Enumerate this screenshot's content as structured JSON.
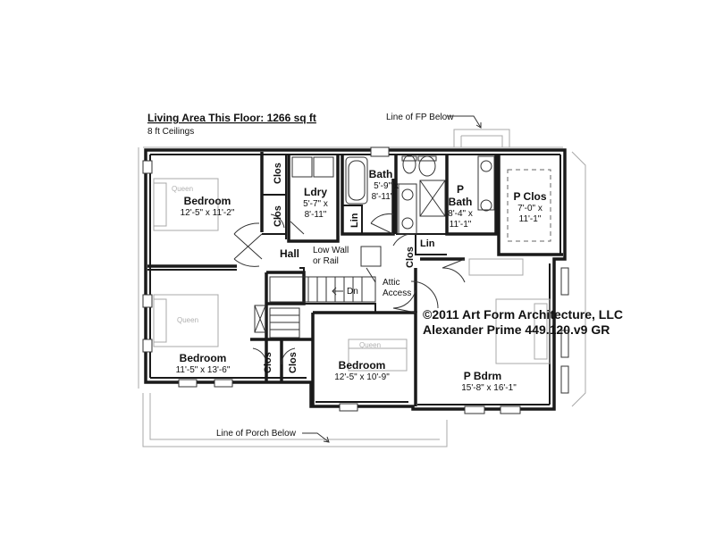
{
  "header": {
    "area": "Living Area This Floor: 1266 sq ft",
    "ceilings": "8 ft Ceilings"
  },
  "notes": {
    "fp_line": "Line of FP Below",
    "porch_line": "Line of Porch Below",
    "low_wall_1": "Low Wall",
    "low_wall_2": "or Rail",
    "attic_1": "Attic",
    "attic_2": "Access",
    "down": "Dn"
  },
  "rooms": {
    "bedroom_nw": {
      "name": "Bedroom",
      "dim": "12'-5\" x 11'-2\""
    },
    "bedroom_sw": {
      "name": "Bedroom",
      "dim": "11'-5\" x 13'-6\""
    },
    "bedroom_s": {
      "name": "Bedroom",
      "dim": "12'-5\" x 10'-9\""
    },
    "laundry": {
      "name": "Ldry",
      "dim_1": "5'-7\" x",
      "dim_2": "8'-11\""
    },
    "bath": {
      "name": "Bath",
      "dim_1": "5'-9\" x",
      "dim_2": "8'-11\""
    },
    "p_bath": {
      "name_1": "P",
      "name_2": "Bath",
      "dim_1": "8'-4\" x",
      "dim_2": "11'-1\""
    },
    "p_closet": {
      "name": "P Clos",
      "dim_1": "7'-0\" x",
      "dim_2": "11'-1\""
    },
    "p_bedroom": {
      "name": "P Bdrm",
      "dim": "15'-8\" x 16'-1\""
    },
    "hall": {
      "name": "Hall"
    },
    "closet_label": "Clos",
    "linen_label": "Lin"
  },
  "furniture": {
    "bed_label": "Queen"
  },
  "copyright": {
    "line_1": "©2011 Art Form Architecture, LLC",
    "line_2": "Alexander Prime 449.120.v9 GR"
  }
}
